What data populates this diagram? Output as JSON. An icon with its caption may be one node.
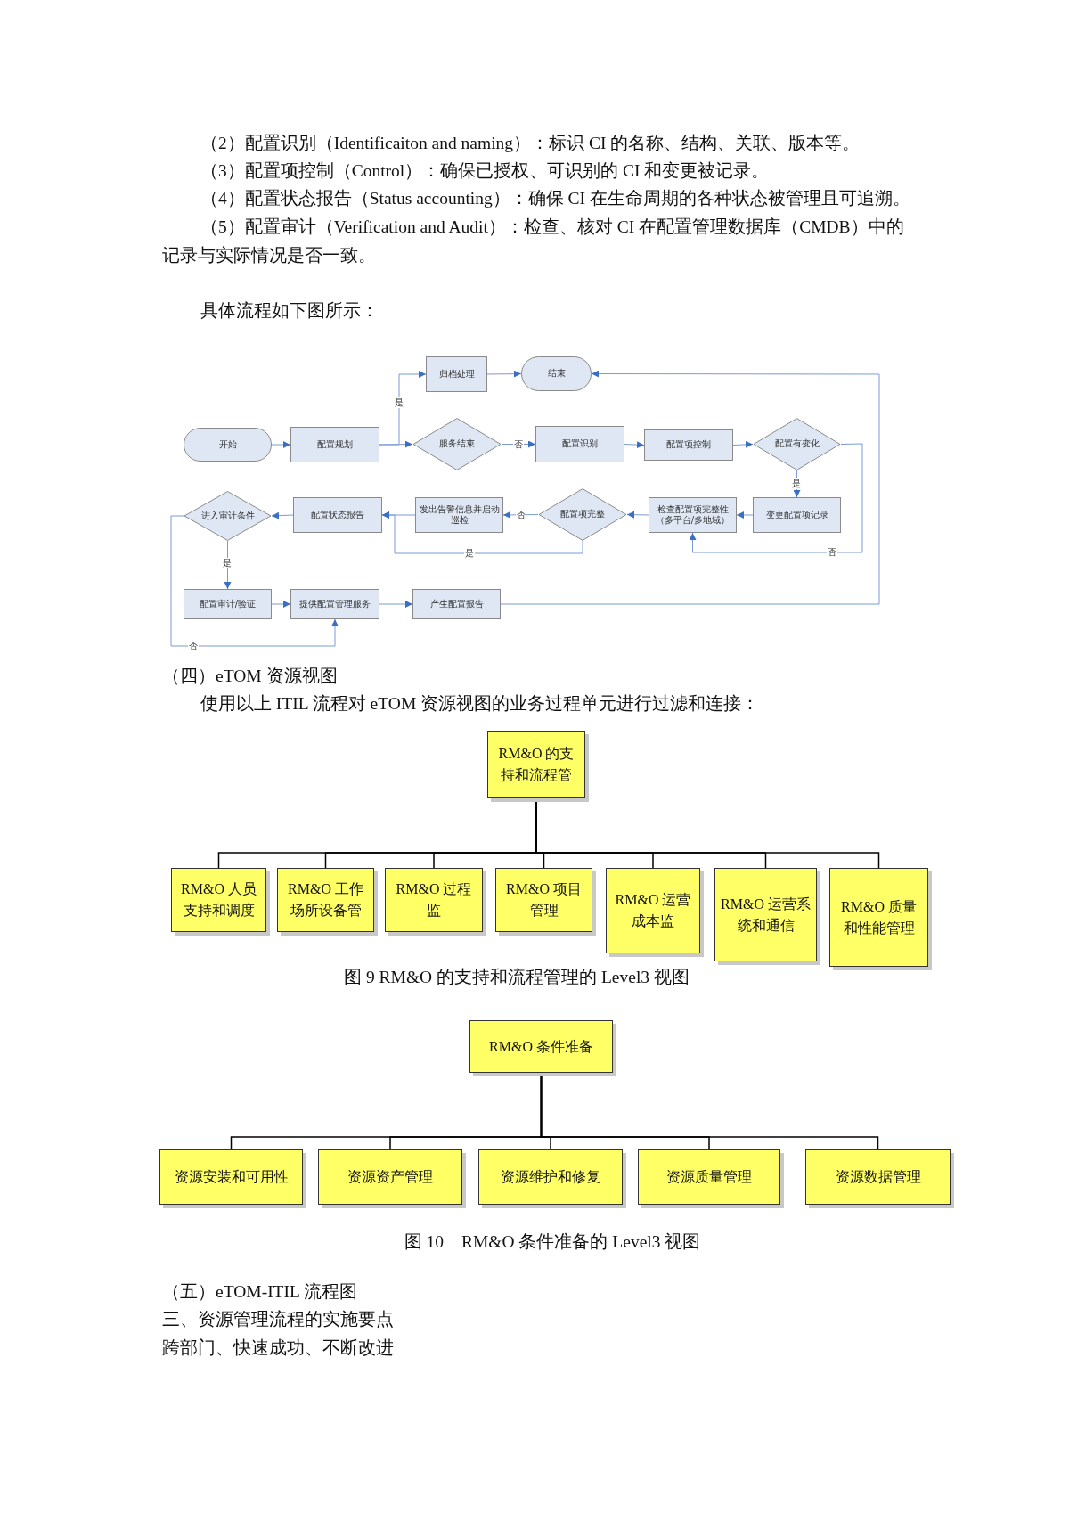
{
  "diagram": {
    "nodes": [
      {
        "text": [
          "开始"
        ]
      },
      {
        "text": [
          "配置规划"
        ]
      },
      {
        "text": [
          "服务结束"
        ]
      },
      {
        "text": [
          "归档处理"
        ]
      },
      {
        "text": [
          "结束"
        ]
      },
      {
        "text": [
          "配置识别"
        ]
      },
      {
        "text": [
          "配置项控制"
        ]
      },
      {
        "text": [
          "配置有变化"
        ]
      },
      {
        "text": [
          "变更配置项记录"
        ]
      },
      {
        "text": [
          "检查配置项完整性（多平台/多地域）"
        ]
      },
      {
        "text": [
          "配置项完整"
        ]
      },
      {
        "text": [
          "发出告警信息并启动巡检"
        ]
      },
      {
        "text": [
          "配置状态报告"
        ]
      },
      {
        "text": [
          "进入审计条件"
        ]
      },
      {
        "text": [
          "配置审计/验证"
        ]
      },
      {
        "text": [
          "提供配置管理服务"
        ]
      },
      {
        "text": [
          "产生配置报告"
        ]
      },
      {
        "text": [
          "RM&O 的支持和流程管"
        ]
      },
      {
        "text": [
          "RM&O 人员支持和调度"
        ]
      },
      {
        "text": [
          "RM&O 工作场所设备管"
        ]
      },
      {
        "text": [
          "RM&O 过程监"
        ]
      },
      {
        "text": [
          "RM&O 项目管理"
        ]
      },
      {
        "text": [
          "RM&O 运营成本监"
        ]
      },
      {
        "text": [
          "RM&O 运营系统和通信"
        ]
      },
      {
        "text": [
          "RM&O 质量和性能管理"
        ]
      },
      {
        "text": [
          "RM&O 条件准备"
        ]
      },
      {
        "text": [
          "资源安装和可用性"
        ]
      },
      {
        "text": [
          "资源资产管理"
        ]
      },
      {
        "text": [
          "资源维护和修复"
        ]
      },
      {
        "text": [
          "资源质量管理"
        ]
      },
      {
        "text": [
          "资源数据管理"
        ]
      }
    ],
    "edges": [
      {
        "from": 0,
        "to": 1,
        "arrow": "to"
      },
      {
        "from": 1,
        "to": 2,
        "arrow": "to"
      },
      {
        "from": 1,
        "to": 3,
        "arrow": "to",
        "label": "是"
      },
      {
        "from": 3,
        "to": 4,
        "arrow": "to"
      },
      {
        "from": 2,
        "to": 5,
        "arrow": "to",
        "label": "否"
      },
      {
        "from": 5,
        "to": 6,
        "arrow": "to"
      },
      {
        "from": 6,
        "to": 7,
        "arrow": "to"
      },
      {
        "from": 7,
        "to": 8,
        "arrow": "to",
        "label": "是"
      },
      {
        "from": 7,
        "to": 9,
        "arrow": "to",
        "label": "否"
      },
      {
        "from": 8,
        "to": 9,
        "arrow": "to"
      },
      {
        "from": 9,
        "to": 10,
        "arrow": "to"
      },
      {
        "from": 10,
        "to": 11,
        "arrow": "to",
        "label": "否"
      },
      {
        "from": 10,
        "to": 12,
        "arrow": "to",
        "label": "是"
      },
      {
        "from": 11,
        "to": 12,
        "arrow": "to"
      },
      {
        "from": 12,
        "to": 13,
        "arrow": "to"
      },
      {
        "from": 13,
        "to": 14,
        "arrow": "to",
        "label": "是"
      },
      {
        "from": 13,
        "to": 15,
        "arrow": "to",
        "label": "否"
      },
      {
        "from": 14,
        "to": 15,
        "arrow": "to"
      },
      {
        "from": 15,
        "to": 16,
        "arrow": "to"
      },
      {
        "from": 16,
        "to": 4,
        "arrow": "to"
      },
      {
        "from": 17,
        "to": 18,
        "arrow": "none",
        "color": "#000000"
      },
      {
        "from": 17,
        "to": 19,
        "arrow": "none",
        "color": "#000000"
      },
      {
        "from": 17,
        "to": 20,
        "arrow": "none",
        "color": "#000000"
      },
      {
        "from": 17,
        "to": 21,
        "arrow": "none",
        "color": "#000000"
      },
      {
        "from": 17,
        "to": 22,
        "arrow": "none",
        "color": "#000000"
      },
      {
        "from": 17,
        "to": 23,
        "arrow": "none",
        "color": "#000000"
      },
      {
        "from": 17,
        "to": 24,
        "arrow": "none",
        "color": "#000000"
      },
      {
        "from": 25,
        "to": 26,
        "arrow": "none",
        "color": "#000000"
      },
      {
        "from": 25,
        "to": 27,
        "arrow": "none",
        "color": "#000000"
      },
      {
        "from": 25,
        "to": 28,
        "arrow": "none",
        "color": "#000000"
      },
      {
        "from": 25,
        "to": 29,
        "arrow": "none",
        "color": "#000000"
      },
      {
        "from": 25,
        "to": 30,
        "arrow": "none",
        "color": "#000000"
      }
    ],
    "labels": [
      "（2）配置识别（Identificaiton and naming）：标识 CI 的名称、结构、关联、版本等。",
      "（3）配置项控制（Control）：确保已授权、可识别的 CI 和变更被记录。",
      "（4）配置状态报告（Status accounting）：确保 CI 在生命周期的各种状态被管理且可追溯。",
      "（5）配置审计（Verification and Audit）：检查、核对 CI 在配置管理数据库（CMDB）中的记录与实际情况是否一致。",
      "具体流程如下图所示：",
      "（四）eTOM 资源视图",
      "使用以上 ITIL 流程对 eTOM 资源视图的业务过程单元进行过滤和连接：",
      "图 9 RM&O 的支持和流程管理的 Level3 视图",
      "图 10　RM&O 条件准备的 Level3 视图",
      "（五）eTOM-ITIL 流程图",
      "三、资源管理流程的实施要点",
      "跨部门、快速成功、不断改进"
    ]
  }
}
